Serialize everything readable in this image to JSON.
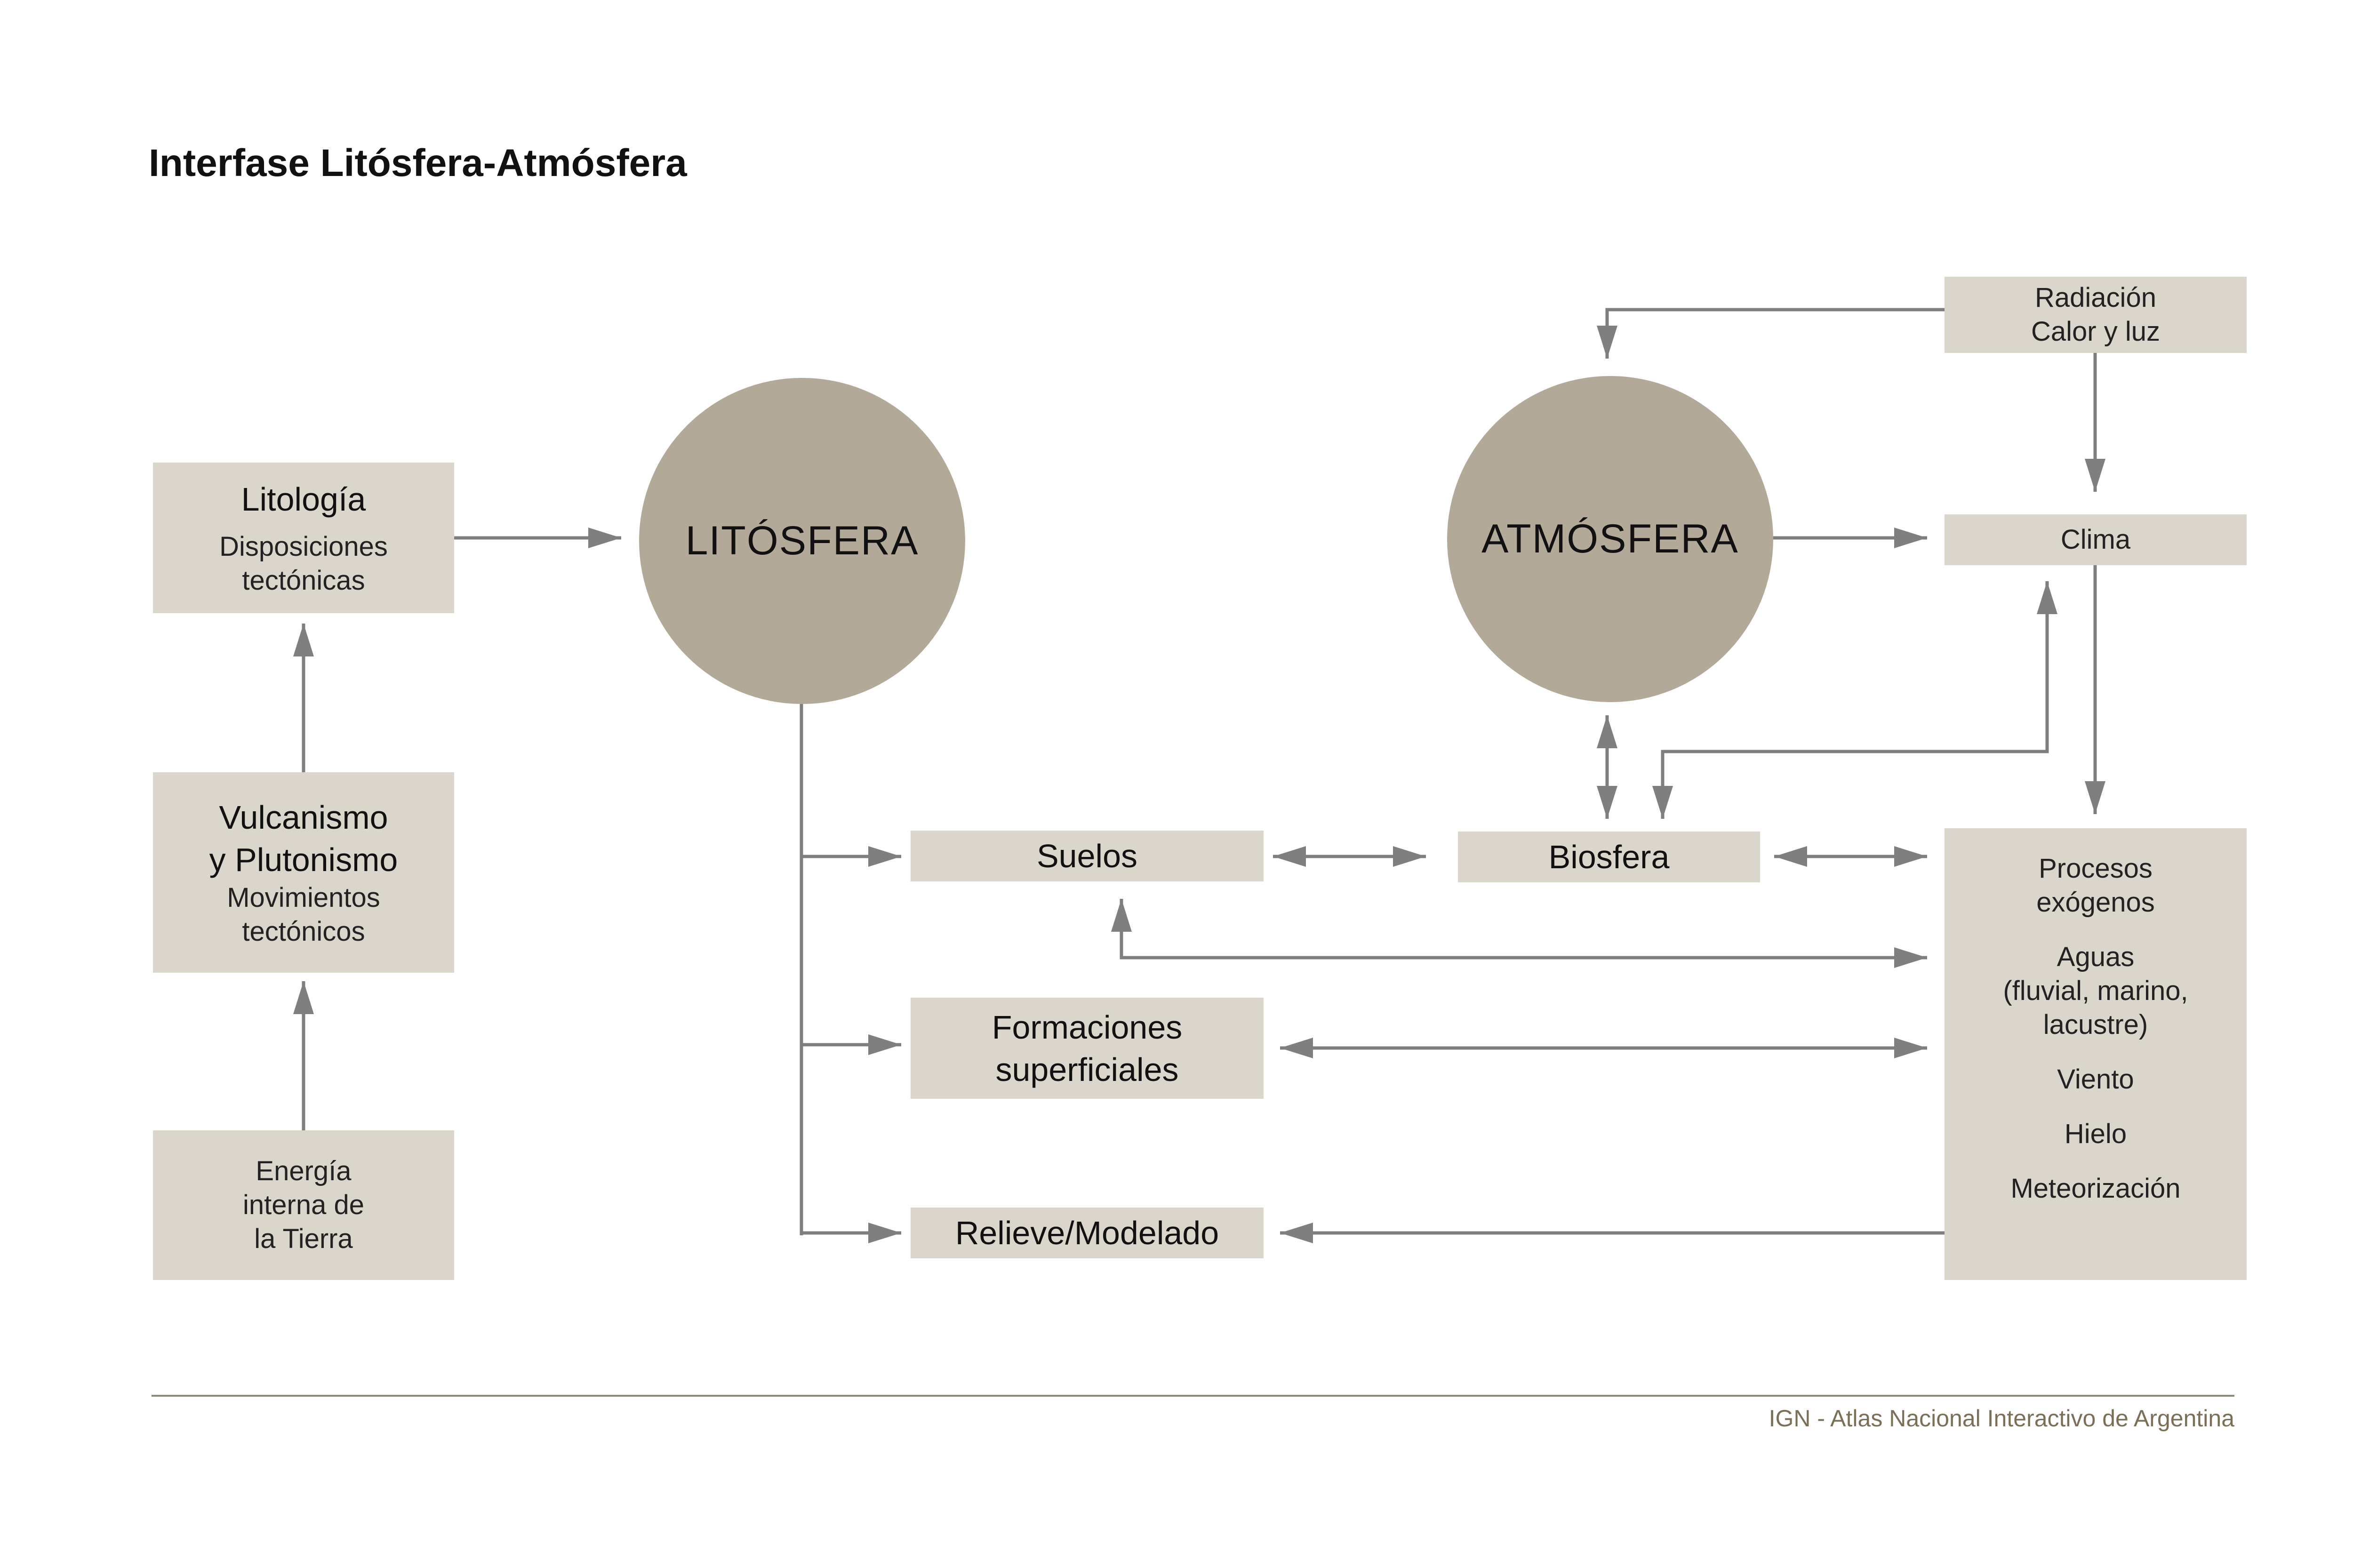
{
  "title": "Interfase Litósfera-Atmósfera",
  "colors": {
    "box_fill": "#dbd6cb",
    "circle_fill": "#b3a999",
    "arrow": "#7f7f7f",
    "credit_text": "#7b6f58",
    "rule": "#8f8979"
  },
  "nodes": {
    "litosfera": "LITÓSFERA",
    "atmosfera": "ATMÓSFERA",
    "litologia": {
      "title": "Litología",
      "text": [
        "Disposiciones",
        "tectónicas"
      ]
    },
    "vulcanismo": {
      "title": [
        "Vulcanismo",
        "y Plutonismo"
      ],
      "text": [
        "Movimientos",
        "tectónicos"
      ]
    },
    "energia": [
      "Energía",
      "interna de",
      "la Tierra"
    ],
    "radiacion": [
      "Radiación",
      "Calor y luz"
    ],
    "clima": "Clima",
    "suelos": "Suelos",
    "biosfera": "Biosfera",
    "formaciones": [
      "Formaciones",
      "superficiales"
    ],
    "relieve": "Relieve/Modelado",
    "procesos": {
      "title": [
        "Procesos",
        "exógenos"
      ],
      "aguas": [
        "Aguas",
        "(fluvial, marino,",
        "lacustre)"
      ],
      "viento": "Viento",
      "hielo": "Hielo",
      "meteorizacion": "Meteorización"
    }
  },
  "footer": {
    "credit": "IGN - Atlas Nacional Interactivo de Argentina"
  }
}
